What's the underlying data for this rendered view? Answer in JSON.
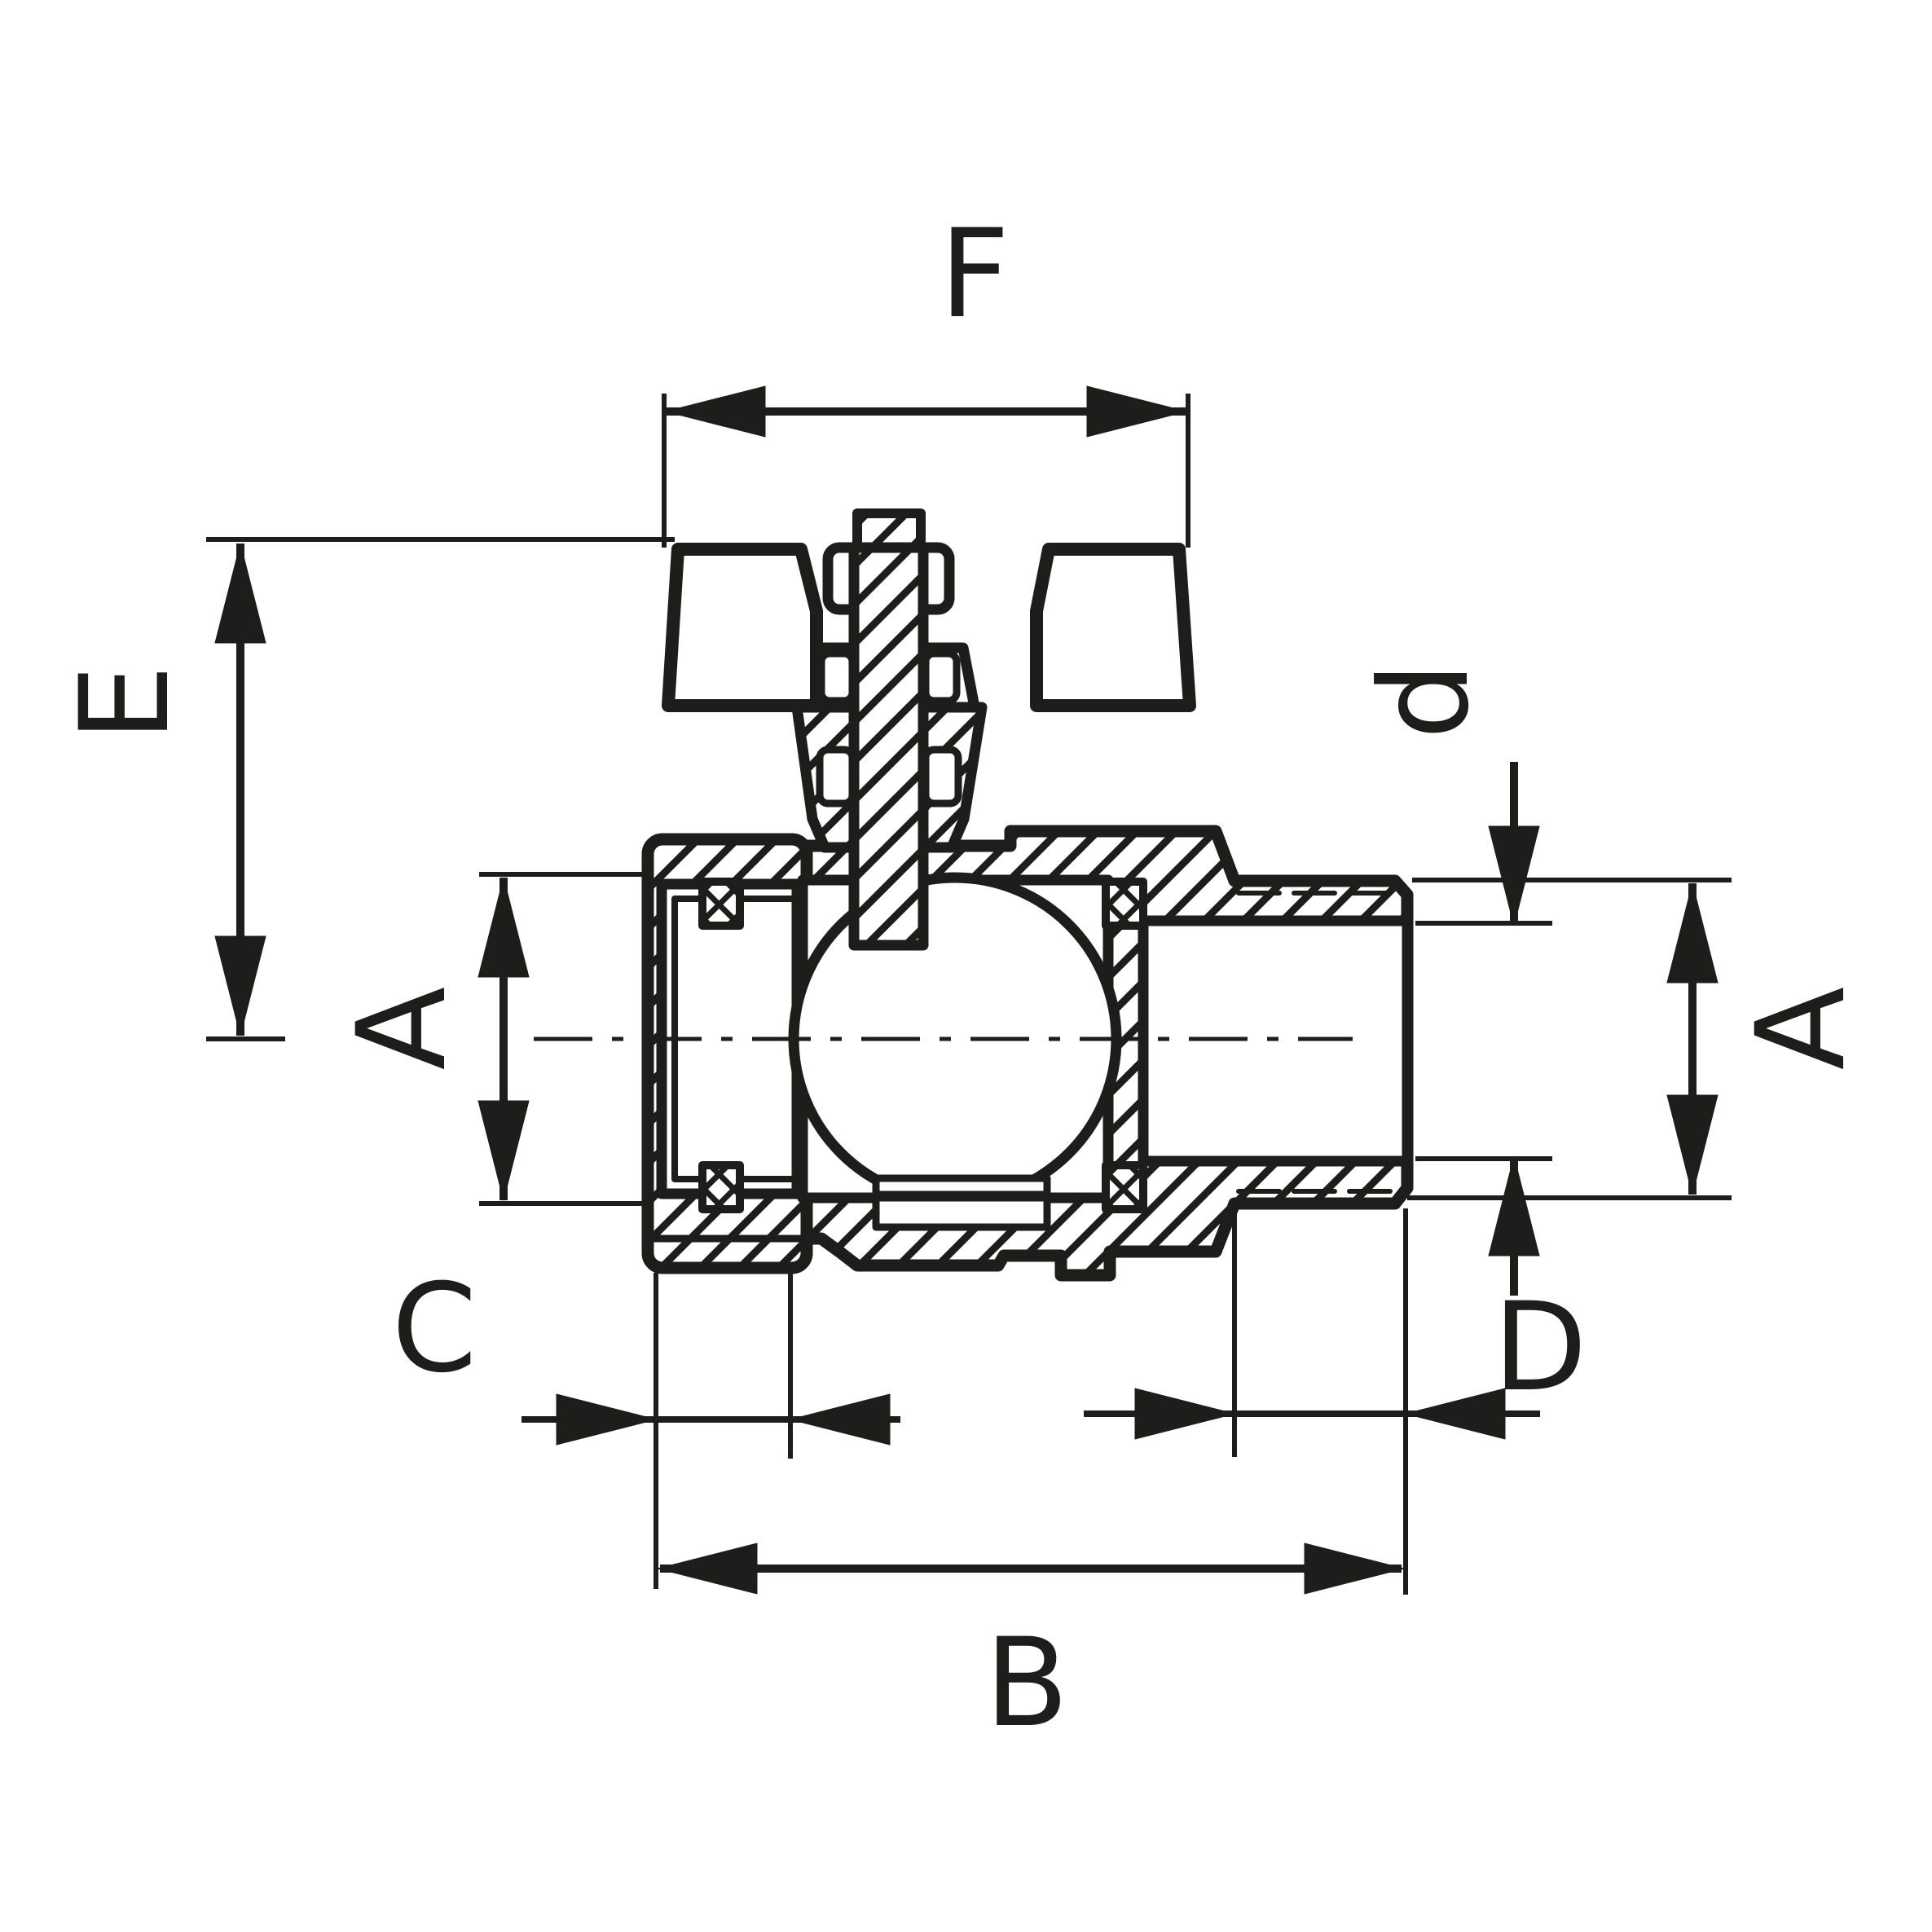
{
  "drawing": {
    "kind": "technical-cross-section",
    "subject": "ball valve with butterfly handle, union nut inlet and male threaded outlet",
    "background_color": "#ffffff",
    "ink_color": "#1d1d1b",
    "labels": {
      "F": "F",
      "E": "E",
      "A_left": "A",
      "A_right": "A",
      "d": "d",
      "C": "C",
      "D": "D",
      "B": "B"
    }
  }
}
